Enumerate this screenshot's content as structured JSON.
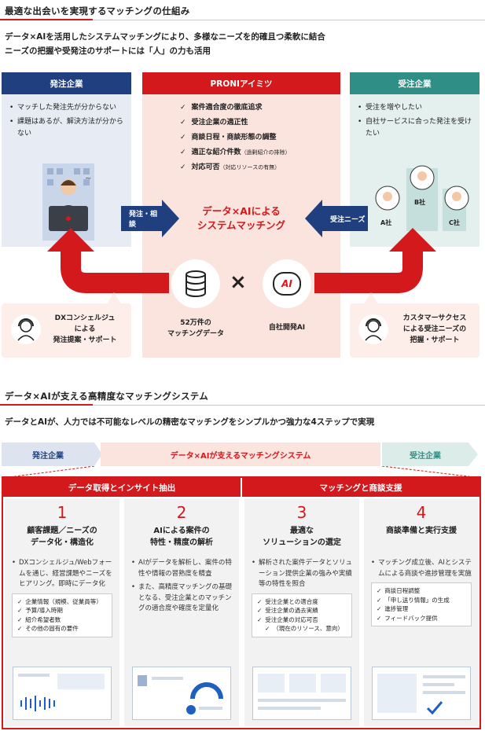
{
  "heading1": "最適な出会いを実現するマッチングの仕組み",
  "lead1": [
    "データ×AIを活用したシステムマッチングにより、多様なニーズを的確且つ柔軟に結合",
    "ニーズの把握や受発注のサポートには「人」の力も活用"
  ],
  "left_col": {
    "title": "発注企業",
    "items": [
      "マッチした発注先が分からない",
      "課題はあるが、解決方法が分からない"
    ]
  },
  "center_col": {
    "title": "PRONIアイミツ",
    "items": [
      {
        "text": "案件適合度の徹底追求",
        "note": ""
      },
      {
        "text": "受注企業の適正性",
        "note": ""
      },
      {
        "text": "商談日程・商談形態の調整",
        "note": ""
      },
      {
        "text": "適正な紹介件数",
        "note": "（過剰紹介の排除）"
      },
      {
        "text": "対応可否",
        "note": "（対応リソースの有無）"
      }
    ]
  },
  "right_col": {
    "title": "受注企業",
    "items": [
      "受注を増やしたい",
      "自社サービスに合った発注を受けたい"
    ],
    "companies": [
      "A社",
      "B社",
      "C社"
    ]
  },
  "arrow_left": "発注・相談",
  "arrow_right": "受注ニーズ",
  "center_title": [
    "データ×AIによる",
    "システムマッチング"
  ],
  "db_caption": [
    "52万件の",
    "マッチングデータ"
  ],
  "times": "×",
  "ai_badge": "AI",
  "ai_caption": "自社開発AI",
  "support_left": [
    "DXコンシェルジュ",
    "による",
    "発注提案・サポート"
  ],
  "support_right": [
    "カスタマーサクセス",
    "による受注ニーズの",
    "把握・サポート"
  ],
  "heading2": "データ×AIが支える高精度なマッチングシステム",
  "lead2": "データとAIが、人力では不可能なレベルの精密なマッチングをシンプルかつ強力な4ステップで実現",
  "flow": {
    "left": "発注企業",
    "center": "データ×AIが支えるマッチングシステム",
    "right": "受注企業"
  },
  "sections": [
    "データ取得とインサイト抽出",
    "マッチングと商談支援"
  ],
  "steps": [
    {
      "num": "1",
      "title": [
        "顧客課題／ニーズの",
        "データ化・構造化"
      ],
      "desc": [
        "DXコンシェルジュ/Webフォームを通じ、経営課題やニーズをヒアリング。即時にデータ化"
      ],
      "checks": [
        "企業情報（規模、従業員等）",
        "予算/導入時期",
        "紹介希望者数",
        "その他の固有の要件"
      ]
    },
    {
      "num": "2",
      "title": [
        "AIによる案件の",
        "特性・精度の解析"
      ],
      "desc": [
        "AIがデータを解析し、案件の特性や情報の習熟度を精査",
        "また、高精度マッチングの基礎となる、受注企業とのマッチングの適合度や確度を定量化"
      ],
      "checks": []
    },
    {
      "num": "3",
      "title": [
        "最適な",
        "ソリューションの選定"
      ],
      "desc": [
        "解析された案件データとソリューション提供企業の強みや実績等の特性を照合"
      ],
      "checks": [
        "受注企業との適合度",
        "受注企業の過去実績",
        "受注企業の対応可否",
        "（現在のリソース、意向）"
      ]
    },
    {
      "num": "4",
      "title": [
        "商談準備と実行支援",
        ""
      ],
      "desc": [
        "マッチング成立後、AIとシステムによる商談や進捗管理を実施"
      ],
      "checks": [
        "商談日程調整",
        "「申し送り情報」の生成",
        "進捗管理",
        "フィードバック提供"
      ]
    }
  ],
  "colors": {
    "red": "#d4191c",
    "navy": "#1f3f7e",
    "teal": "#2f8e86"
  }
}
